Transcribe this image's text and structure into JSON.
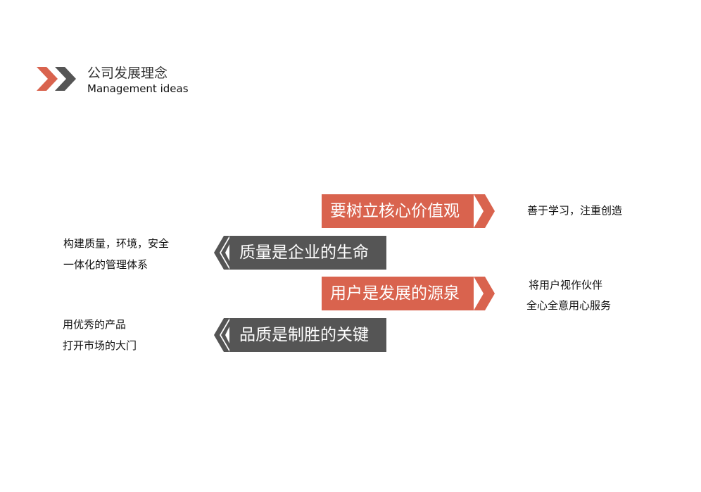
{
  "header": {
    "title_cn": "公司发展理念",
    "title_en": "Management ideas"
  },
  "colors": {
    "orange": "#d9634e",
    "dark": "#555555"
  },
  "ideas": [
    {
      "label": "要树立核心价值观",
      "note_lines": [
        "善于学习，注重创造"
      ],
      "style": "orange",
      "arrow": "chevron-right-icon"
    },
    {
      "label": "质量是企业的生命",
      "note_lines": [
        "构建质量，环境，安全",
        "一体化的管理体系"
      ],
      "style": "dark",
      "arrow": "chevron-left-icon"
    },
    {
      "label": "用户是发展的源泉",
      "note_lines": [
        "将用户视作伙伴",
        "全心全意用心服务"
      ],
      "style": "orange",
      "arrow": "chevron-right-icon"
    },
    {
      "label": "品质是制胜的关键",
      "note_lines": [
        "用优秀的产品",
        "打开市场的大门"
      ],
      "style": "dark",
      "arrow": "chevron-left-icon"
    }
  ]
}
